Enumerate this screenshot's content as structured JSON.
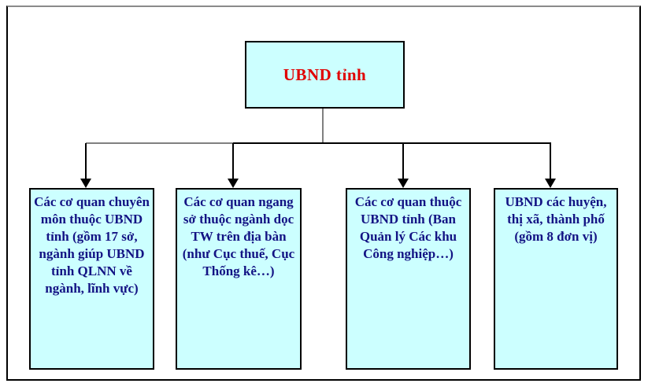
{
  "diagram": {
    "root": {
      "label": "UBND tỉnh"
    },
    "children": [
      {
        "label": "Các cơ quan chuyên môn thuộc UBND tỉnh (gồm 17 sở, ngành giúp UBND tỉnh QLNN về ngành, lĩnh vực)"
      },
      {
        "label": "Các cơ quan ngang sở thuộc ngành dọc TW trên địa bàn (như Cục thuế, Cục Thống kê…)"
      },
      {
        "label": "Các cơ quan thuộc UBND tỉnh (Ban Quản lý Các khu Công nghiệp…)"
      },
      {
        "label": "UBND các huyện, thị xã, thành phố (gồm 8 đơn vị)"
      }
    ],
    "colors": {
      "box_fill": "#CCFFFF",
      "box_border": "#000000",
      "root_text": "#E00000",
      "child_text": "#131384",
      "connector_gray": "#808080",
      "connector_black": "#000000"
    }
  }
}
